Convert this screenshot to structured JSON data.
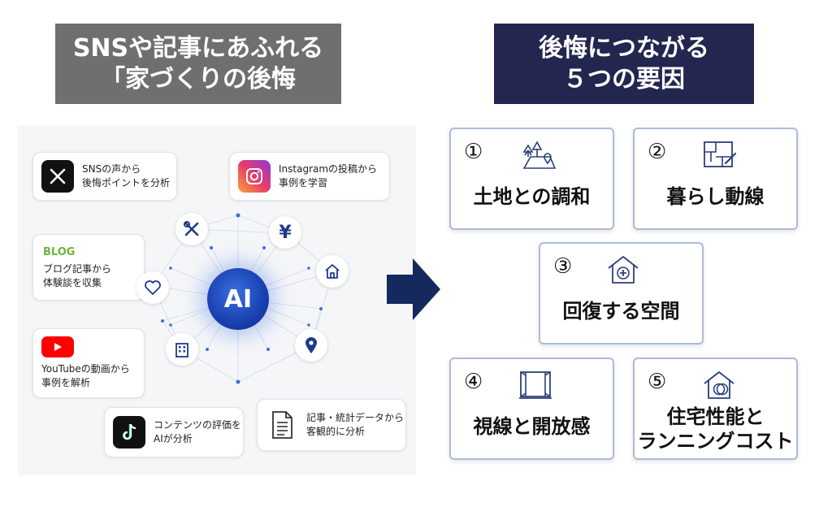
{
  "left_banner": {
    "line1": "SNSや記事にあふれる",
    "line2": "「家づくりの後悔"
  },
  "right_banner": {
    "line1": "後悔につながる",
    "line2": "５つの要因"
  },
  "sources": [
    {
      "icon": "x-logo-icon",
      "line1": "SNSの声から",
      "line2": "後悔ポイントを分析"
    },
    {
      "icon": "instagram-logo-icon",
      "line1": "Instagramの投稿から",
      "line2": "事例を学習"
    },
    {
      "badge": "BLOG",
      "line1": "ブログ記事から",
      "line2": "体験談を収集"
    },
    {
      "icon": "youtube-logo-icon",
      "line1": "YouTubeの動画から",
      "line2": "事例を解析"
    },
    {
      "icon": "tiktok-logo-icon",
      "line1": "コンテンツの評価を",
      "line2": "AIが分析"
    },
    {
      "icon": "document-icon",
      "line1": "記事・統計データから",
      "line2": "客観的に分析"
    }
  ],
  "ai_label": "AI",
  "orbit_icons": [
    "tools-icon",
    "yen-icon",
    "home-icon",
    "heart-icon",
    "building-icon",
    "location-pin-icon"
  ],
  "yen_symbol": "¥",
  "factors": [
    {
      "number": "①",
      "label": "土地との調和",
      "icon": "land-map-icon"
    },
    {
      "number": "②",
      "label": "暮らし動線",
      "icon": "floor-plan-icon"
    },
    {
      "number": "③",
      "label": "回復する空間",
      "icon": "healing-house-icon"
    },
    {
      "number": "④",
      "label": "視線と開放感",
      "icon": "open-window-icon"
    },
    {
      "number": "⑤",
      "label_line1": "住宅性能と",
      "label_line2": "ランニングコスト",
      "icon": "cost-house-icon"
    }
  ],
  "colors": {
    "left_banner_bg": "#6f6f6f",
    "right_banner_bg": "#23264e",
    "ai_core": "#1840b0",
    "arrow": "#15295e",
    "factor_border": "#aebbd8"
  }
}
